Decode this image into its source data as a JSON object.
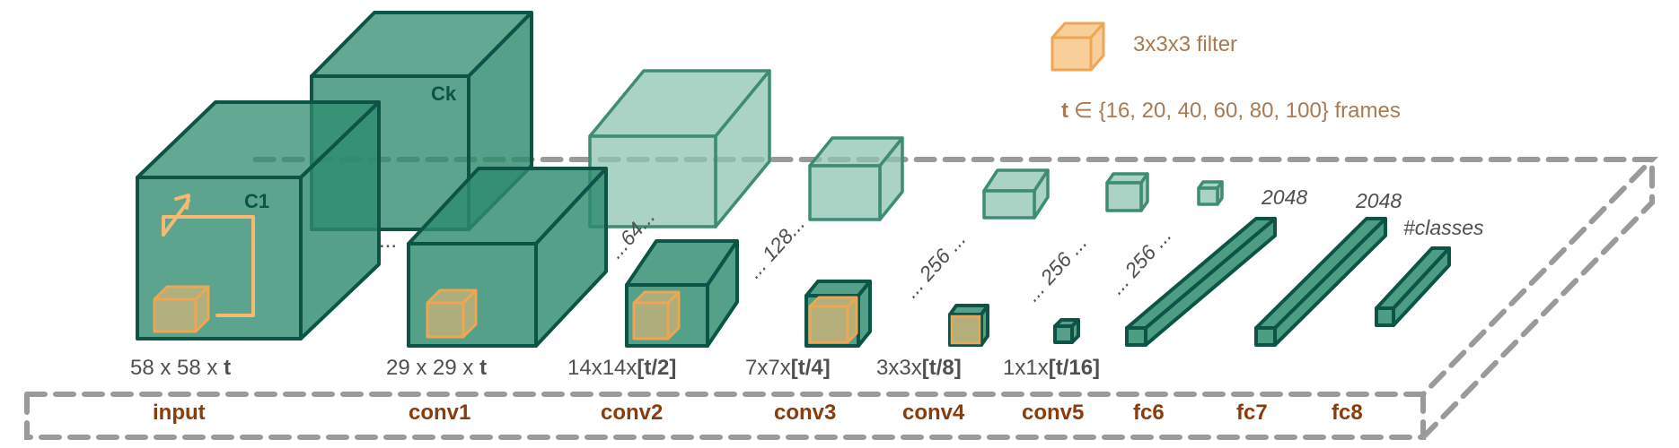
{
  "legend": {
    "filter_label": "3x3x3 filter",
    "frames_prefix": "t",
    "frames_rest": "∈ {16, 20, 40, 60, 80, 100} frames"
  },
  "input_labels": {
    "c1": "C1",
    "ck": "Ck",
    "dots": "..."
  },
  "layers": [
    {
      "id": "input",
      "name": "input",
      "dim_plain": "58 x 58 x ",
      "dim_bold": "t"
    },
    {
      "id": "conv1",
      "name": "conv1",
      "dim_plain": "29 x 29 x ",
      "dim_bold": "t"
    },
    {
      "id": "conv2",
      "name": "conv2",
      "dim_plain": "14x14x",
      "dim_bold": "[t/2]"
    },
    {
      "id": "conv3",
      "name": "conv3",
      "dim_plain": "7x7x",
      "dim_bold": "[t/4]"
    },
    {
      "id": "conv4",
      "name": "conv4",
      "dim_plain": "3x3x",
      "dim_bold": "[t/8]"
    },
    {
      "id": "conv5",
      "name": "conv5",
      "dim_plain": "1x1x",
      "dim_bold": "[t/16]"
    },
    {
      "id": "fc6",
      "name": "fc6",
      "dim_plain": "",
      "dim_bold": ""
    },
    {
      "id": "fc7",
      "name": "fc7",
      "dim_plain": "",
      "dim_bold": ""
    },
    {
      "id": "fc8",
      "name": "fc8",
      "dim_plain": "",
      "dim_bold": ""
    }
  ],
  "channel_labels": {
    "conv1": "...64...",
    "conv2": "... 128...",
    "conv3": "... 256 ...",
    "conv4": "... 256 ...",
    "conv5": "... 256 ..."
  },
  "fc_labels": {
    "fc6": "2048",
    "fc7": "2048",
    "fc8": "#classes"
  },
  "colors": {
    "cube_fill": "#2e8b6e",
    "cube_edge": "#0d5446",
    "light_fill": "#8fc4b1",
    "light_edge": "#3f8c74",
    "filter_fill": "#f5b971",
    "filter_edge": "#efa653",
    "platform": "#9a9a9a",
    "layer_text": "#8a3c0c",
    "legend_text": "#a87a52"
  }
}
